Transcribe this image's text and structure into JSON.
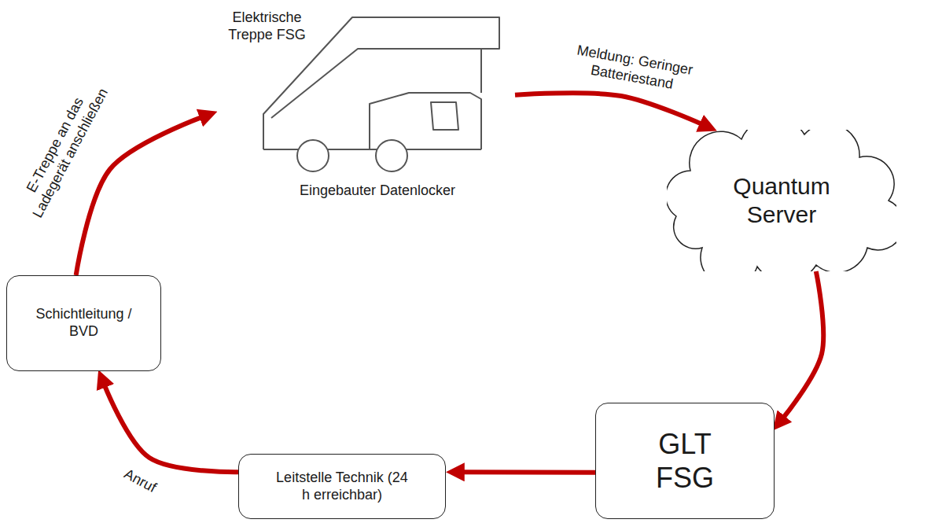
{
  "diagram": {
    "nodes": [
      {
        "text": [
          "Elektrische Treppe FSG",
          "Eingebauter Datenlocker"
        ]
      },
      {
        "text": [
          "Quantum Server"
        ]
      },
      {
        "text": [
          "GLT FSG"
        ]
      },
      {
        "text": [
          "Leitstelle Technik (24 h erreichbar)"
        ]
      },
      {
        "text": [
          "Schichtleitung / BVD"
        ]
      }
    ],
    "edges": [
      {
        "from": 0,
        "to": 1,
        "label": "Meldung: Geringer Batteriestand",
        "arrow": "to"
      },
      {
        "from": 1,
        "to": 2,
        "arrow": "to"
      },
      {
        "from": 2,
        "to": 3,
        "arrow": "to"
      },
      {
        "from": 3,
        "to": 4,
        "label": "Anruf",
        "arrow": "to"
      },
      {
        "from": 4,
        "to": 0,
        "label": "E-Treppe an das Ladegerät anschließen",
        "arrow": "to"
      }
    ]
  }
}
